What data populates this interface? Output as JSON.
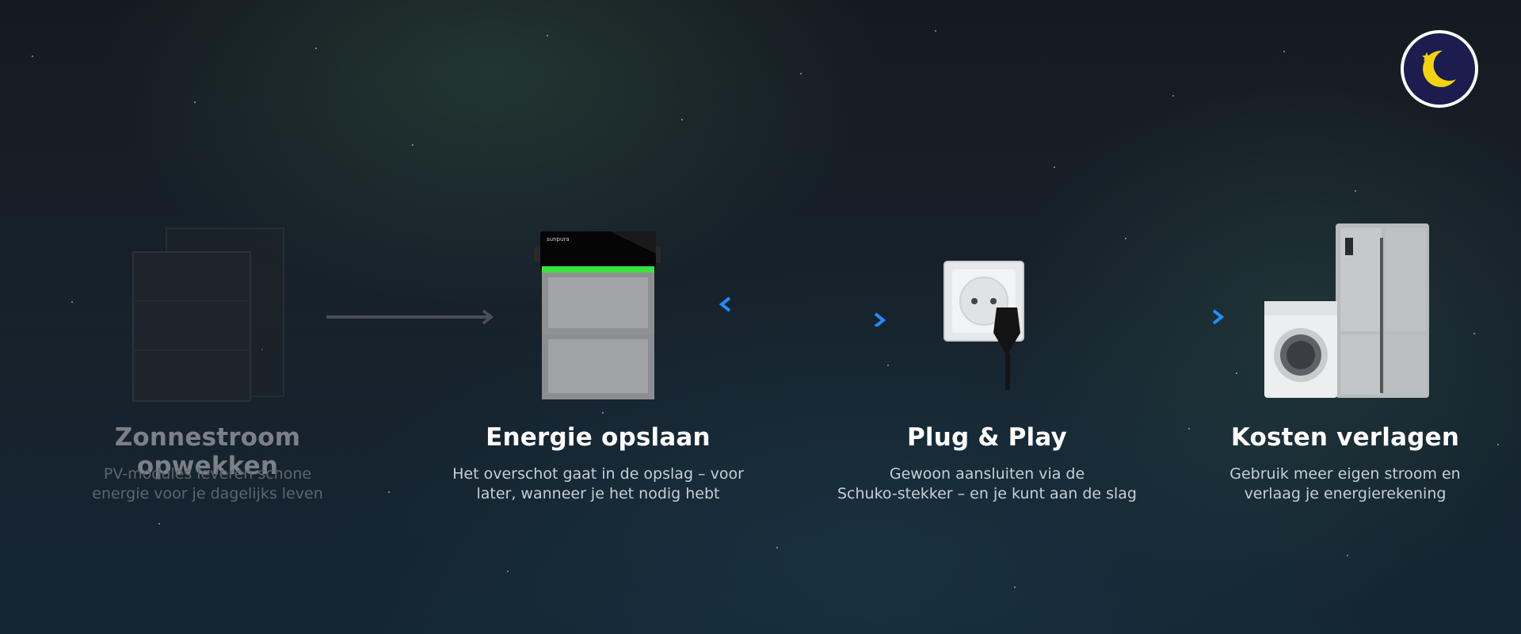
{
  "theme_toggle": {
    "icon": "moon-stars-icon",
    "accent": "#f5d20e",
    "ring": "#ffffff",
    "bg": "#1a1d4d"
  },
  "steps": [
    {
      "title": "Zonnestroom opwekken",
      "text_line1": "PV-modules leveren schone",
      "text_line2": "energie voor je dagelijks leven",
      "icon": "solar-panels-icon"
    },
    {
      "title": "Energie opslaan",
      "text_line1": "Het overschot gaat in de opslag – voor",
      "text_line2": "later, wanneer je het nodig hebt",
      "icon": "battery-storage-icon",
      "device_label": "sunpura"
    },
    {
      "title": "Plug & Play",
      "text_line1": "Gewoon aansluiten via de",
      "text_line2": "Schuko-stekker – en je kunt aan de slag",
      "icon": "schuko-socket-icon"
    },
    {
      "title": "Kosten verlagen",
      "text_line1": "Gebruik meer eigen stroom en",
      "text_line2": "verlaag je energierekening",
      "icon": "appliances-icon"
    }
  ],
  "colors": {
    "arrow_blue": "#1e8fff",
    "arrow_green": "#1fd07a",
    "arrow_dim": "#4a4f55"
  }
}
